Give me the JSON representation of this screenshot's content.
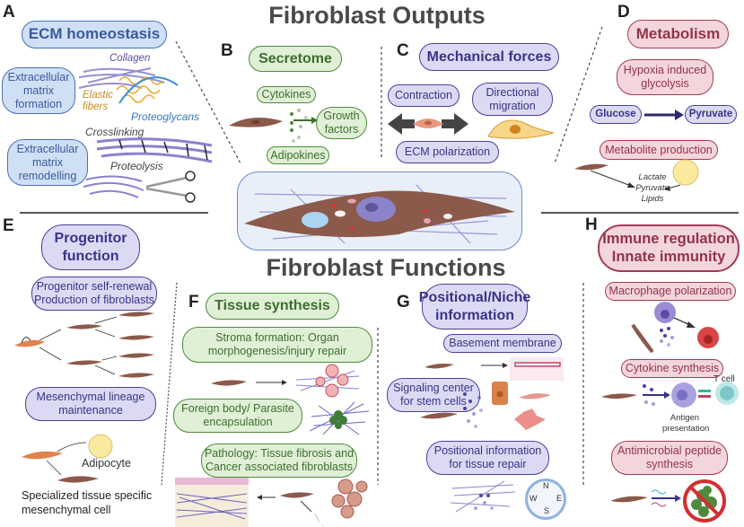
{
  "titles": {
    "outputs": "Fibroblast Outputs",
    "functions": "Fibroblast Functions"
  },
  "panels": {
    "A": {
      "letter": "A",
      "heading": "ECM homeostasis",
      "boxes": [
        "Extracellular matrix formation",
        "Extracellular matrix remodelling"
      ],
      "labels": {
        "collagen": "Collagen",
        "elastic": "Elastic fibers",
        "proteoglycans": "Proteoglycans",
        "crosslinking": "Crosslinking",
        "proteolysis": "Proteolysis"
      }
    },
    "B": {
      "letter": "B",
      "heading": "Secretome",
      "items": {
        "cytokines": "Cytokines",
        "growth": "Growth factors",
        "adipokines": "Adipokines"
      }
    },
    "C": {
      "letter": "C",
      "heading": "Mechanical forces",
      "items": {
        "contraction": "Contraction",
        "migration": "Directional migration",
        "polarization": "ECM polarization"
      }
    },
    "D": {
      "letter": "D",
      "heading": "Metabolism",
      "hypoxia": "Hypoxia induced glycolysis",
      "glucose": "Glucose",
      "pyruvate": "Pyruvate",
      "metabolite": "Metabolite production",
      "products": [
        "Lactate",
        "Pyruvate",
        "Lipids"
      ]
    },
    "E": {
      "letter": "E",
      "heading": "Progenitor function",
      "renewal": "Progenitor self-renewal Production of fibroblasts",
      "lineage": "Mesenchymal lineage maintenance",
      "adipocyte": "Adipocyte",
      "specialized": "Specialized tissue specific mesenchymal cell"
    },
    "F": {
      "letter": "F",
      "heading": "Tissue synthesis",
      "stroma": "Stroma formation: Organ morphogenesis/injury repair",
      "foreign": "Foreign body/ Parasite encapsulation",
      "pathology": "Pathology: Tissue fibrosis and Cancer associated fibroblasts"
    },
    "G": {
      "letter": "G",
      "heading": "Positional/Niche information",
      "basement": "Basement membrane",
      "signaling": "Signaling center for stem cells",
      "positional": "Positional information for tissue repair",
      "compass": {
        "n": "N",
        "s": "S",
        "w": "W",
        "e": "E"
      }
    },
    "H": {
      "letter": "H",
      "heading": "Immune regulation Innate immunity",
      "macrophage": "Macrophage polarization",
      "cytokine": "Cytokine synthesis",
      "tcell": "T cell",
      "antigen": "Antigen presentation",
      "antimicrobial": "Antimicrobial peptide synthesis"
    }
  },
  "colors": {
    "blue": "#cfe0f5",
    "green": "#dff0d6",
    "purple": "#dcdaf3",
    "pink": "#f3d6dc",
    "fibroblast": "#8b5a4a",
    "progenitor": "#e0824e",
    "collagen": "#7f77c9"
  }
}
